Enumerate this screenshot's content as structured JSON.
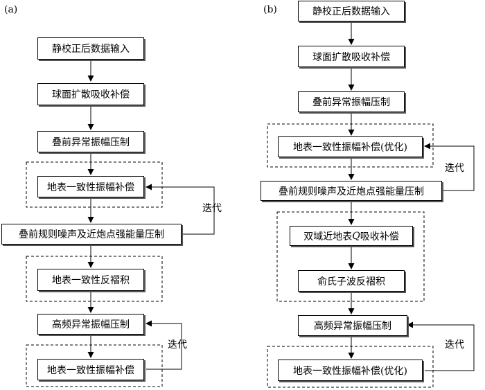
{
  "panels": {
    "a": {
      "label": "(a)",
      "steps": [
        "静校正后数据输入",
        "球面扩散吸收补偿",
        "叠前异常振幅压制",
        "地表一致性振幅补偿",
        "叠前规则噪声及近炮点强能量压制",
        "地表一致性反褶积",
        "高频异常振幅压制",
        "地表一致性振幅补偿"
      ],
      "loop_labels": [
        "迭代",
        "迭代"
      ]
    },
    "b": {
      "label": "(b)",
      "steps": [
        "静校正后数据输入",
        "球面扩散吸收补偿",
        "叠前异常振幅压制",
        "地表一致性振幅补偿(优化)",
        "叠前规则噪声及近炮点强能量压制",
        "俞氏子波反褶积",
        "高频异常振幅压制",
        "地表一致性振幅补偿(优化)"
      ],
      "q_step": {
        "before": "双域近地表",
        "q": "Q",
        "after": "吸收补偿"
      },
      "loop_labels": [
        "迭代",
        "迭代"
      ]
    }
  }
}
